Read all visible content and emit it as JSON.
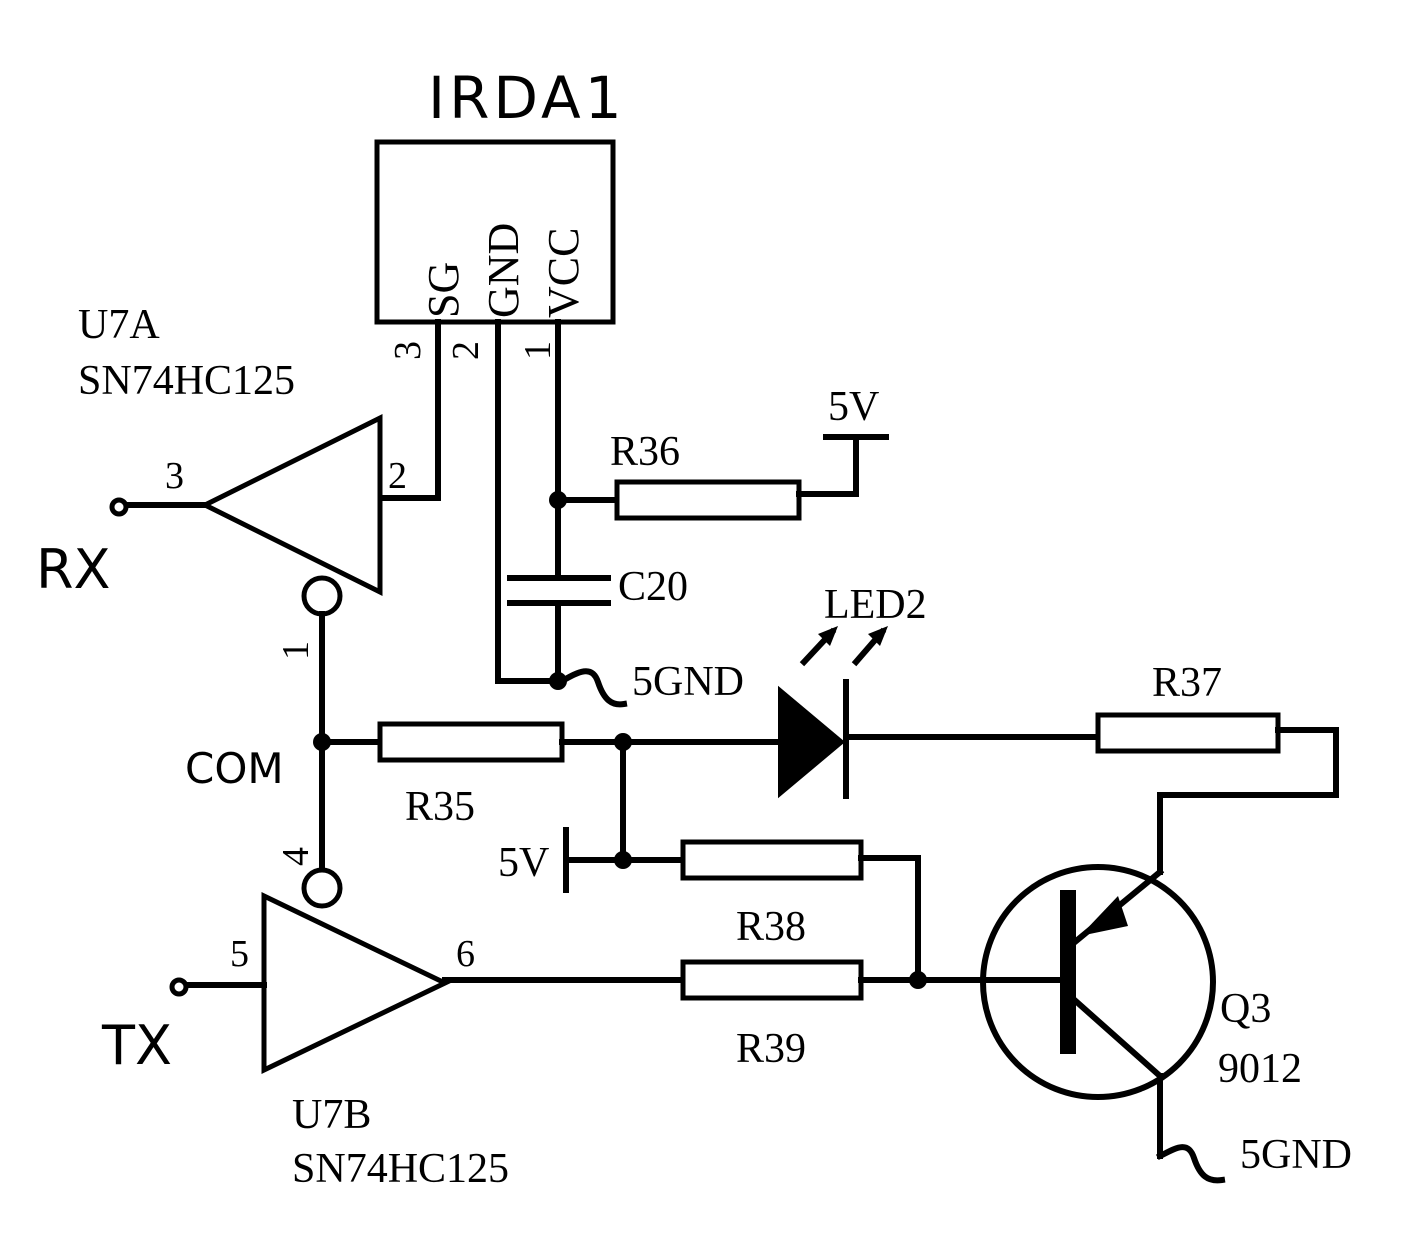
{
  "components": {
    "irda": {
      "ref": "IRDA1",
      "pin_names": [
        "SG",
        "GND",
        "VCC"
      ],
      "pin_numbers": [
        "3",
        "2",
        "1"
      ]
    },
    "u7a": {
      "ref": "U7A",
      "part": "SN74HC125",
      "pins": {
        "in": "3",
        "out": "2",
        "oe": "1"
      }
    },
    "u7b": {
      "ref": "U7B",
      "part": "SN74HC125",
      "pins": {
        "in": "5",
        "out": "6",
        "oe": "4"
      }
    },
    "r35": "R35",
    "r36": "R36",
    "r37": "R37",
    "r38": "R38",
    "r39": "R39",
    "c20": "C20",
    "led2": "LED2",
    "q3": {
      "ref": "Q3",
      "part": "9012"
    }
  },
  "nets": {
    "rx": "RX",
    "tx": "TX",
    "com": "COM",
    "v5_top": "5V",
    "v5_mid": "5V",
    "gnd_top": "5GND",
    "gnd_bottom": "5GND"
  }
}
